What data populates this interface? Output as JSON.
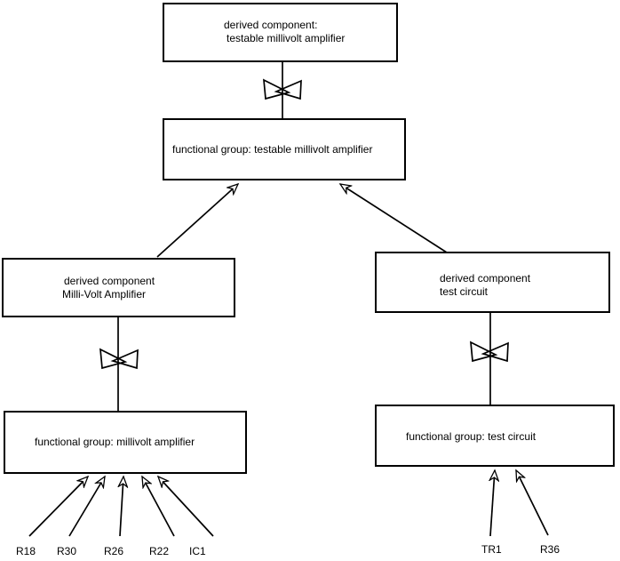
{
  "nodes": {
    "top_derived": {
      "line1": "derived component:",
      "line2": "testable millivolt amplifier"
    },
    "top_functional": {
      "label": "functional group: testable millivolt amplifier"
    },
    "left_derived": {
      "line1": "derived component",
      "line2": "Milli-Volt Amplifier"
    },
    "left_functional": {
      "label": "functional group: millivolt amplifier"
    },
    "right_derived": {
      "line1": "derived component",
      "line2": "test circuit"
    },
    "right_functional": {
      "label": "functional group: test circuit"
    }
  },
  "components": {
    "left": [
      "R18",
      "R30",
      "R26",
      "R22",
      "IC1"
    ],
    "right": [
      "TR1",
      "R36"
    ]
  },
  "colors": {
    "stroke": "#000000",
    "background": "#ffffff",
    "node_fill": "#ffffff"
  }
}
